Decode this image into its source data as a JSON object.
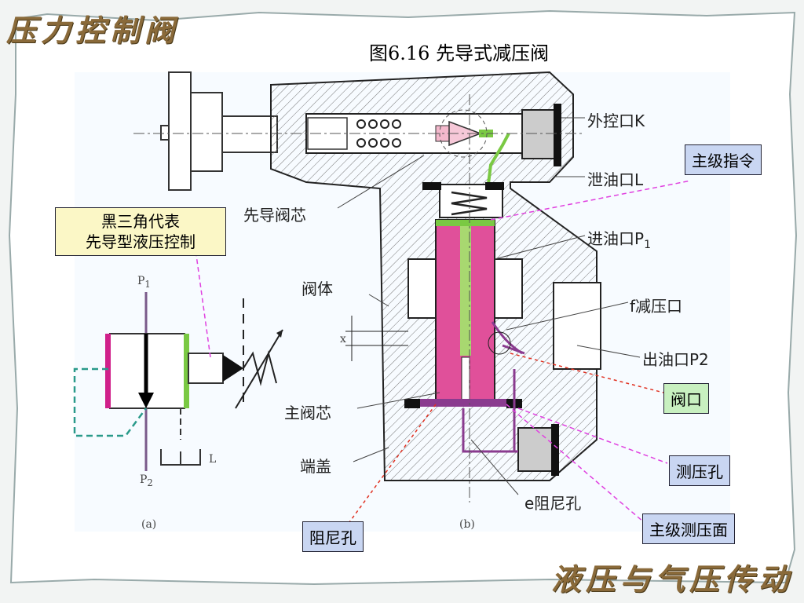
{
  "header": {
    "title": "压力控制阀"
  },
  "footer": {
    "title": "液压与气压传动"
  },
  "figure": {
    "title": "图6.16   先导式减压阀",
    "caption_a": "(a)",
    "caption_b": "(b)"
  },
  "callouts": {
    "main_command": "主级指令",
    "symbol_note_line1": "黑三角代表",
    "symbol_note_line2": "先导型液压控制",
    "valve_port": "阀口",
    "pressure_hole": "测压孔",
    "main_sensing_face": "主级测压面",
    "damping_hole": "阻尼孔"
  },
  "labels": {
    "external_port": "外控口K",
    "drain_port": "泄油口L",
    "pilot_spool": "先导阀芯",
    "inlet": "进油口P",
    "inlet_sub": "1",
    "body": "阀体",
    "reducing_port": "f减压口",
    "outlet": "出油口P2",
    "main_spool": "主阀芯",
    "end_cap": "端盖",
    "damping_e": "e阻尼孔",
    "x_mark": "x"
  },
  "symbol": {
    "p1": "P",
    "p1_sub": "1",
    "p2": "P",
    "p2_sub": "2",
    "l": "L"
  },
  "colors": {
    "spool": "#e0509a",
    "spring_green": "#7ac943",
    "purple": "#8a3b8f",
    "dash_magenta": "#e040e0",
    "dash_red": "#e03020"
  }
}
